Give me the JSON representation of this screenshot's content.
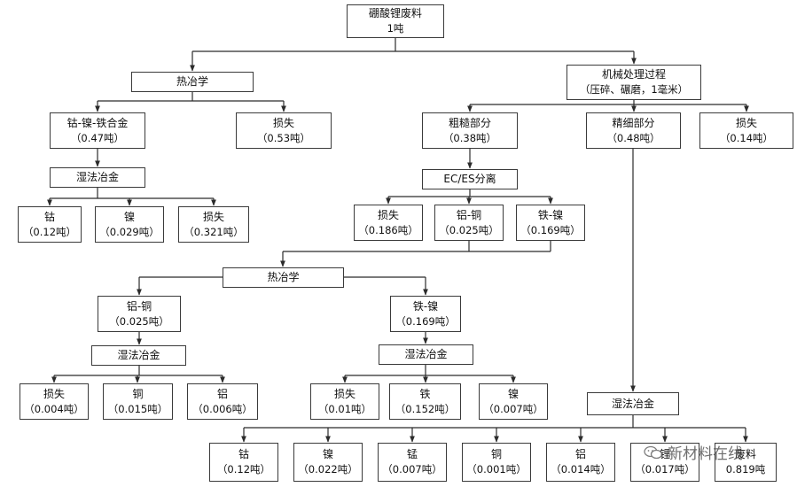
{
  "nodes": {
    "root": {
      "label": "硼酸锂废料",
      "sub": "1吨"
    },
    "pyro1": {
      "label": "热冶学"
    },
    "mech": {
      "label": "机械处理过程",
      "sub": "（压碎、碾磨，1毫米）"
    },
    "coniall": {
      "label": "钴-镍-铁合金",
      "sub": "（0.47吨）"
    },
    "loss1": {
      "label": "损失",
      "sub": "（0.53吨）"
    },
    "coarse": {
      "label": "粗糙部分",
      "sub": "（0.38吨）"
    },
    "fine": {
      "label": "精细部分",
      "sub": "（0.48吨）"
    },
    "loss2": {
      "label": "损失",
      "sub": "（0.14吨）"
    },
    "hydro1": {
      "label": "湿法冶金"
    },
    "eces": {
      "label": "EC/ES分离"
    },
    "co1": {
      "label": "钴",
      "sub": "（0.12吨）"
    },
    "ni1": {
      "label": "镍",
      "sub": "（0.029吨）"
    },
    "loss3": {
      "label": "损失",
      "sub": "（0.321吨）"
    },
    "loss4": {
      "label": "损失",
      "sub": "（0.186吨）"
    },
    "alcu1": {
      "label": "铝-铜",
      "sub": "（0.025吨）"
    },
    "feni1": {
      "label": "铁-镍",
      "sub": "（0.169吨）"
    },
    "pyro2": {
      "label": "热冶学"
    },
    "alcu2": {
      "label": "铝-铜",
      "sub": "（0.025吨）"
    },
    "feni2": {
      "label": "铁-镍",
      "sub": "（0.169吨）"
    },
    "hydro2": {
      "label": "湿法冶金"
    },
    "hydro3": {
      "label": "湿法冶金"
    },
    "loss5": {
      "label": "损失",
      "sub": "（0.004吨）"
    },
    "cu1": {
      "label": "铜",
      "sub": "（0.015吨）"
    },
    "al1": {
      "label": "铝",
      "sub": "（0.006吨）"
    },
    "loss6": {
      "label": "损失",
      "sub": "（0.01吨）"
    },
    "fe1": {
      "label": "铁",
      "sub": "（0.152吨）"
    },
    "ni2": {
      "label": "镍",
      "sub": "（0.007吨）"
    },
    "hydro4": {
      "label": "湿法冶金"
    },
    "co2": {
      "label": "钴",
      "sub": "（0.12吨）"
    },
    "ni3": {
      "label": "镍",
      "sub": "（0.022吨）"
    },
    "mn1": {
      "label": "锰",
      "sub": "（0.007吨）"
    },
    "cu2": {
      "label": "铜",
      "sub": "（0.001吨）"
    },
    "al2": {
      "label": "铝",
      "sub": "（0.014吨）"
    },
    "li1": {
      "label": "锂",
      "sub": "（0.017吨）"
    },
    "waste1": {
      "label": "废料",
      "sub": "0.819吨"
    }
  },
  "watermark": {
    "text": "新材料在线",
    "icon": "wechat-icon"
  },
  "colors": {
    "border": "#3a3a3a",
    "line": "#2b2b2b",
    "background": "#ffffff"
  }
}
